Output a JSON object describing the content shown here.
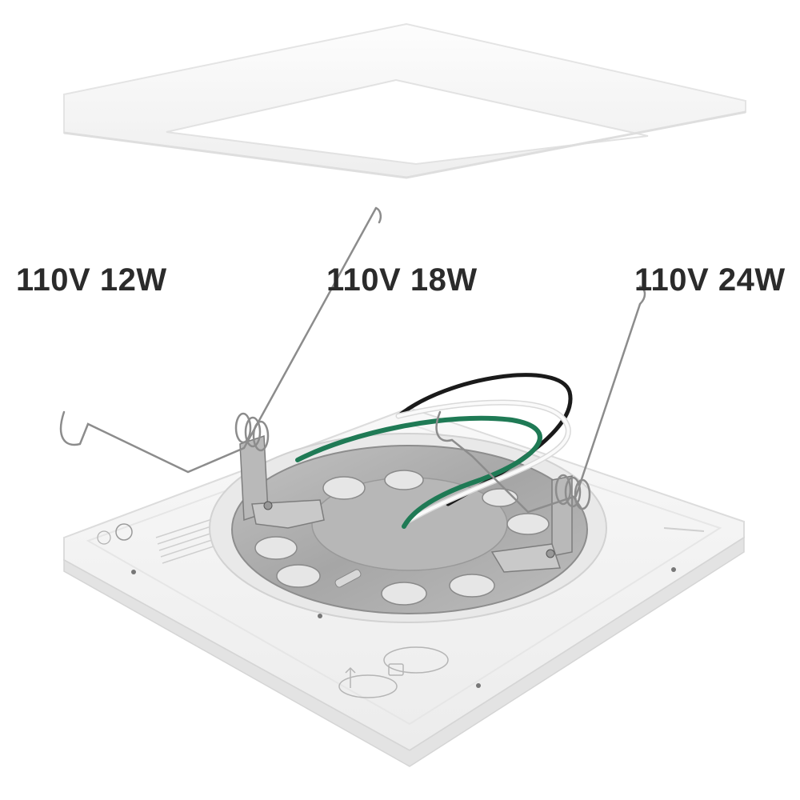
{
  "variants": [
    {
      "label": "110V 12W"
    },
    {
      "label": "110V 18W"
    },
    {
      "label": "110V 24W"
    }
  ],
  "colors": {
    "background": "#ffffff",
    "housing": "#f4f4f4",
    "metal_plate": "#a9a9a9",
    "wire_black": "#1a1a1a",
    "wire_green": "#1f7a55",
    "wire_white": "#fafafa",
    "spring_steel": "#8c8c8c"
  },
  "icons": [
    "ul-certification-mark",
    "lamp-icon",
    "pull-arrow-icon"
  ]
}
